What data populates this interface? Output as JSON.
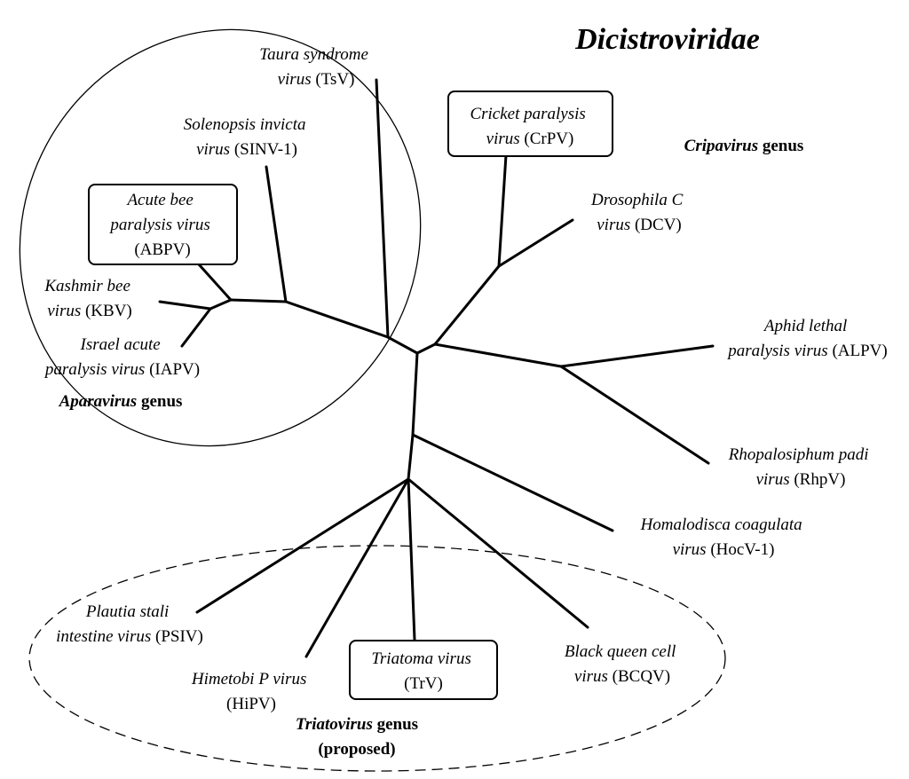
{
  "title": "Dicistroviridae",
  "genera": {
    "cripavirus": {
      "name": "Cripavirus",
      "suffix": " genus"
    },
    "aparavirus": {
      "name": "Aparavirus",
      "suffix": " genus"
    },
    "triatovirus": {
      "name": "Triatovirus",
      "suffix": " genus",
      "note": "(proposed)"
    }
  },
  "taxa": {
    "tsv": {
      "name_lines": [
        "Taura syndrome",
        "virus"
      ],
      "abbr": " (TsV)"
    },
    "sinv": {
      "name_lines": [
        "Solenopsis invicta",
        "virus"
      ],
      "abbr": " (SINV-1)"
    },
    "abpv": {
      "name_lines": [
        "Acute bee",
        "paralysis virus"
      ],
      "abbr": "(ABPV)"
    },
    "kbv": {
      "name_lines": [
        "Kashmir bee",
        "virus"
      ],
      "abbr": " (KBV)"
    },
    "iapv": {
      "name_lines": [
        "Israel acute",
        "paralysis virus"
      ],
      "abbr": " (IAPV)"
    },
    "crpv": {
      "name_lines": [
        "Cricket paralysis",
        "virus"
      ],
      "abbr": " (CrPV)"
    },
    "dcv": {
      "name_lines": [
        "Drosophila C",
        "virus"
      ],
      "abbr": " (DCV)"
    },
    "alpv": {
      "name_lines": [
        "Aphid lethal",
        "paralysis virus"
      ],
      "abbr": " (ALPV)"
    },
    "rhpv": {
      "name_lines": [
        "Rhopalosiphum padi",
        "virus"
      ],
      "abbr": " (RhpV)"
    },
    "hocv": {
      "name_lines": [
        "Homalodisca coagulata",
        "virus"
      ],
      "abbr": " (HocV-1)"
    },
    "psiv": {
      "name_lines": [
        "Plautia stali",
        "intestine virus"
      ],
      "abbr": " (PSIV)"
    },
    "hipv": {
      "name_lines": [
        "Himetobi P virus"
      ],
      "abbr": "(HiPV)"
    },
    "trv": {
      "name_lines": [
        "Triatoma virus"
      ],
      "abbr": "(TrV)"
    },
    "bcqv": {
      "name_lines": [
        "Black queen cell",
        "virus"
      ],
      "abbr": " (BCQV)"
    }
  }
}
